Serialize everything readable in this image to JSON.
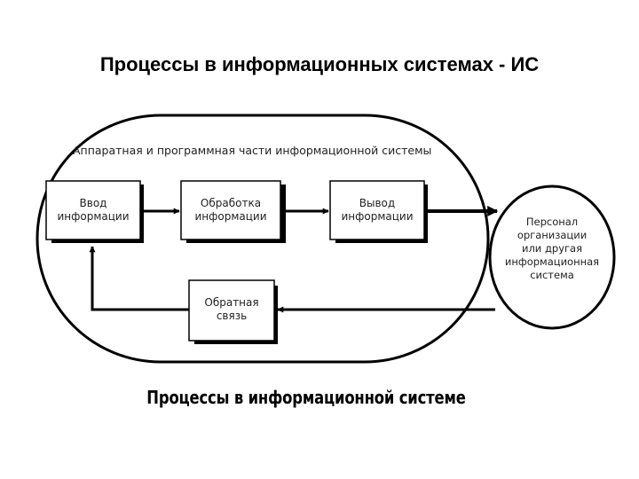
{
  "title": "Процессы в информационных системах - ИС",
  "diagram": {
    "container_label": "Аппаратная и программная части информационной системы",
    "nodes": {
      "input": "Ввод\nинформации",
      "processing": "Обработка\nинформации",
      "output": "Вывод\nинформации",
      "feedback": "Обратная\nсвязь",
      "personnel": "Персонал\nорганизации\nили другая\nинформационная\nсистема"
    },
    "caption": "Процессы в информационной системе"
  }
}
